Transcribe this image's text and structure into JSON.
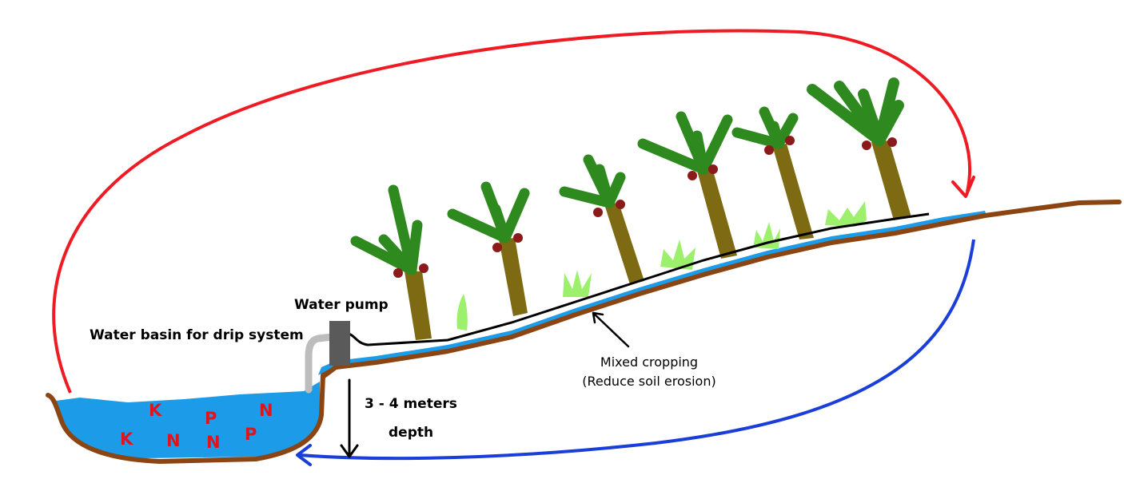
{
  "labels": {
    "water_pump": "Water pump",
    "water_basin": "Water basin for drip system",
    "depth_line1": "3 - 4 meters",
    "depth_line2": "depth",
    "mixed_line1": "Mixed cropping",
    "mixed_line2": "(Reduce soil erosion)"
  },
  "nutrients": [
    "K",
    "K",
    "N",
    "P",
    "N",
    "P",
    "N"
  ],
  "colors": {
    "soil": "#8b4513",
    "water": "#1c9ce8",
    "red_arrow": "#ee1b24",
    "blue_arrow": "#1a3ed8",
    "palm_trunk": "#7d6a12",
    "palm_leaf": "#2e8a1e",
    "coconut": "#8b1a1a",
    "shrub": "#9cf06c",
    "pump": "#5a5a5a",
    "pipe": "#bdbdbd",
    "nutrient_text": "#e0141c"
  },
  "icons": [
    "palm-tree-icon",
    "shrub-icon",
    "water-pump-icon",
    "drip-pipe-icon",
    "water-basin-icon"
  ]
}
